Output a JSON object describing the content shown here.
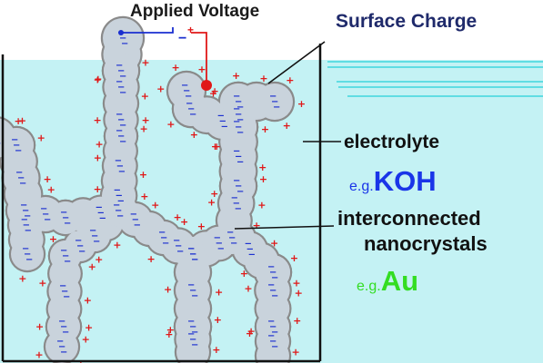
{
  "labels": {
    "applied_voltage": "Applied Voltage",
    "surface_charge": "Surface Charge",
    "electrolyte": "electrolyte",
    "interconnected": "interconnected",
    "nanocrystals": "nanocrystals",
    "eg_koh_prefix": "e.g.",
    "koh": "KOH",
    "eg_au_prefix": "e.g.",
    "au": "Au"
  },
  "colors": {
    "electrolyte": "#c4f2f4",
    "nanocrystal_fill": "#c9d3dc",
    "nanocrystal_outline": "#8a8a8a",
    "negative_charge": "#1a2fd0",
    "positive_charge": "#e01818",
    "surface_charge_text": "#1f2a6b",
    "koh_text": "#1a35e8",
    "au_text": "#33dd22"
  },
  "charges": {
    "negative": "−",
    "positive": "+"
  }
}
